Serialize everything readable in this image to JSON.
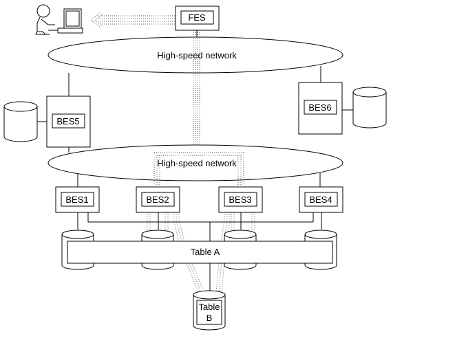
{
  "fes": {
    "label": "FES"
  },
  "network_top": {
    "label": "High-speed network"
  },
  "network_mid": {
    "label": "High-speed network"
  },
  "bes": {
    "bes5": "BES5",
    "bes6": "BES6",
    "bes1": "BES1",
    "bes2": "BES2",
    "bes3": "BES3",
    "bes4": "BES4"
  },
  "table_a": {
    "label": "Table A"
  },
  "table_b": {
    "line1": "Table",
    "line2": "B"
  }
}
